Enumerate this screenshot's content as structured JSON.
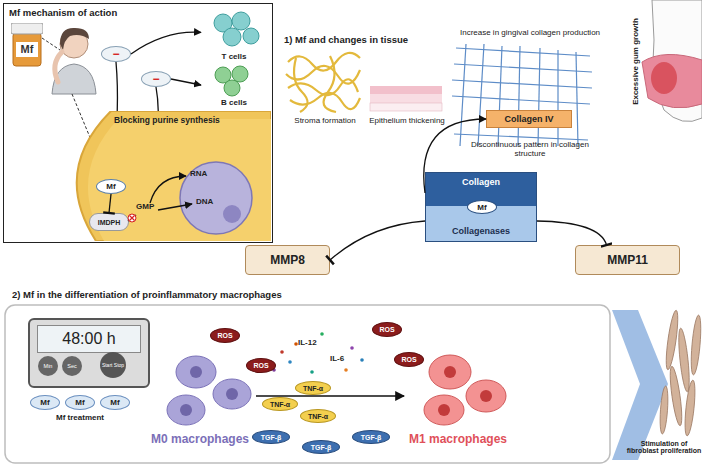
{
  "diagram": {
    "nodes": [
      {
        "text": [
          "Mf mechanism of action"
        ]
      },
      {
        "text": [
          "Mf"
        ],
        "in": 0
      },
      {
        "text": [
          "−"
        ],
        "in": 0
      },
      {
        "text": [
          "T cells"
        ],
        "in": 0
      },
      {
        "text": [
          "−"
        ],
        "in": 0
      },
      {
        "text": [
          "B cells"
        ],
        "in": 0
      },
      {
        "text": [
          "Blocking purine synthesis"
        ],
        "in": 0
      },
      {
        "text": [
          "Mf"
        ],
        "in": 6
      },
      {
        "text": [
          "IMDPH"
        ],
        "in": 6
      },
      {
        "text": [
          "Collagen IV"
        ]
      },
      {
        "text": [
          "Collagen",
          "Collagenases"
        ]
      },
      {
        "text": [
          "Mf"
        ],
        "in": 10
      },
      {
        "text": [
          "MMP8"
        ]
      },
      {
        "text": [
          "MMP11"
        ]
      },
      {
        "text": [
          "2) Mf in the differentiation of proinflammatory macrophages"
        ]
      },
      {
        "text": [
          "48:00 h"
        ],
        "in": 14
      },
      {
        "text": [
          "Min"
        ],
        "in": 15
      },
      {
        "text": [
          "Sec"
        ],
        "in": 15
      },
      {
        "text": [
          "Start Stop"
        ],
        "in": 15
      },
      {
        "text": [
          "Mf"
        ],
        "in": 14
      },
      {
        "text": [
          "Mf"
        ],
        "in": 14
      },
      {
        "text": [
          "Mf"
        ],
        "in": 14
      },
      {
        "text": [
          "ROS"
        ],
        "in": 14
      },
      {
        "text": [
          "ROS"
        ],
        "in": 14
      },
      {
        "text": [
          "ROS"
        ],
        "in": 14
      },
      {
        "text": [
          "ROS"
        ],
        "in": 14
      },
      {
        "text": [
          "TNF-α"
        ],
        "in": 14
      },
      {
        "text": [
          "TNF-α"
        ],
        "in": 14
      },
      {
        "text": [
          "TNF-α"
        ],
        "in": 14
      },
      {
        "text": [
          "TGF-β"
        ],
        "in": 14
      },
      {
        "text": [
          "TGF-β"
        ],
        "in": 14
      },
      {
        "text": [
          "TGF-β"
        ],
        "in": 14
      }
    ],
    "edges": [
      {
        "from": 6,
        "to": 2,
        "arrow": "none"
      },
      {
        "from": 2,
        "to": 3,
        "arrow": "to"
      },
      {
        "from": 6,
        "to": 4,
        "arrow": "none"
      },
      {
        "from": 4,
        "to": 5,
        "arrow": "to"
      },
      {
        "from": 7,
        "to": 8,
        "arrow": "to"
      },
      {
        "from": 10,
        "to": 9,
        "arrow": "to"
      },
      {
        "from": 10,
        "to": 12,
        "arrow": "to"
      },
      {
        "from": 10,
        "to": 13,
        "arrow": "to"
      }
    ],
    "labels": [
      "RNA",
      "DNA",
      "GMP",
      "1) Mf and changes in tissue",
      "Increase in gingival collagen production",
      "Stroma formation",
      "Epithelium thickening",
      "Discontinuous pattern in collagen structure",
      "Excessive gum growth",
      "Mf treatment",
      "M0 macrophages",
      "IL-12",
      "IL-6",
      "M1 macrophages",
      "Stimulation of fibroblast proliferation"
    ]
  }
}
